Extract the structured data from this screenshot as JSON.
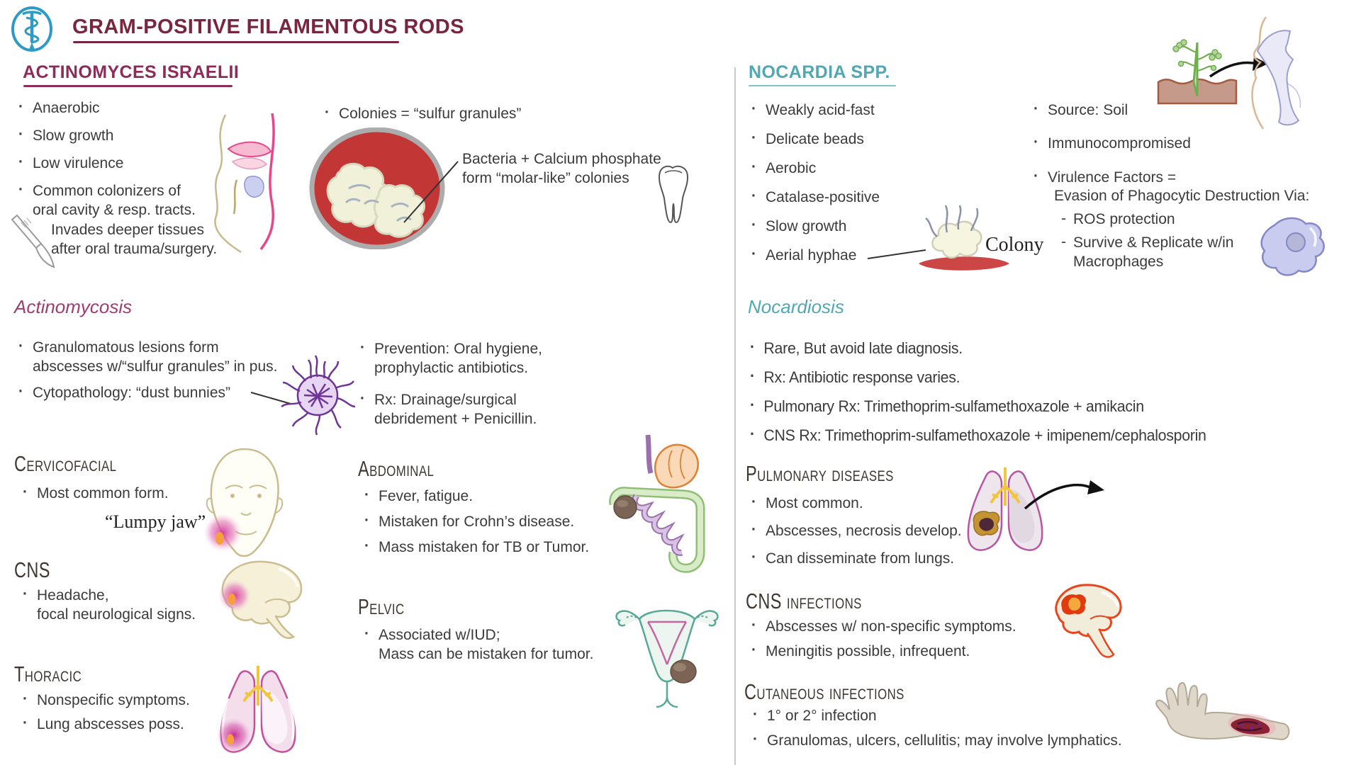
{
  "header": {
    "title": "GRAM-POSITIVE FILAMENTOUS RODS",
    "logo_icon": "rod-of-asclepius"
  },
  "colors": {
    "maroon_title": "#7A2540",
    "magenta_heading": "#8E2C59",
    "purple_subheading": "#A13B72",
    "teal_heading": "#4FA8B2",
    "body_text": "#3B3B3B",
    "section_header": "#3E3831"
  },
  "actinomyces": {
    "heading": "ACTINOMYCES ISRAELII",
    "bullets": [
      "Anaerobic",
      "Slow growth",
      "Low virulence",
      "Common colonizers of\noral cavity & resp. tracts."
    ],
    "invades_note": "Invades deeper tissues\nafter oral trauma/surgery.",
    "colonies_bullet": "Colonies = “sulfur granules”",
    "colonies_callout": "Bacteria + Calcium phosphate\nform “molar-like” colonies",
    "actinomycosis": {
      "heading": "Actinomycosis",
      "left_bullets": [
        "Granulomatous lesions form\nabscesses w/“sulfur granules” in pus.",
        "Cytopathology: “dust bunnies”"
      ],
      "right_bullets": [
        "Prevention: Oral hygiene,\nprophylactic antibiotics.",
        "Rx: Drainage/surgical\ndebridement + Penicillin."
      ]
    },
    "cervicofacial": {
      "heading": "Cervicofacial",
      "bullet": "Most common form.",
      "caption": "“Lumpy jaw”"
    },
    "cns": {
      "heading": "CNS",
      "bullet": "Headache,\nfocal neurological signs."
    },
    "thoracic": {
      "heading": "Thoracic",
      "bullets": [
        "Nonspecific symptoms.",
        "Lung abscesses poss."
      ]
    },
    "abdominal": {
      "heading": "Abdominal",
      "bullets": [
        "Fever, fatigue.",
        "Mistaken for Crohn’s disease.",
        "Mass mistaken for TB or Tumor."
      ]
    },
    "pelvic": {
      "heading": "Pelvic",
      "bullet": "Associated w/IUD;\nMass can be mistaken for tumor."
    }
  },
  "nocardia": {
    "heading": "NOCARDIA SPP.",
    "bullets": [
      "Weakly acid-fast",
      "Delicate beads",
      "Aerobic",
      "Catalase-positive",
      "Slow growth",
      "Aerial hyphae"
    ],
    "colony_label": "Colony",
    "source_bullet": "Source: Soil",
    "immuno_bullet": "Immunocompromised",
    "virulence_line1": "Virulence Factors =",
    "virulence_line2": "Evasion of Phagocytic Destruction Via:",
    "virulence_subs": [
      "ROS protection",
      "Survive & Replicate w/in\nMacrophages"
    ],
    "nocardiosis": {
      "heading": "Nocardiosis",
      "bullets": [
        "Rare, But avoid late diagnosis.",
        "Rx: Antibiotic response varies.",
        "Pulmonary Rx: Trimethoprim-sulfamethoxazole + amikacin",
        "CNS Rx: Trimethoprim-sulfamethoxazole + imipenem/cephalosporin"
      ]
    },
    "pulmonary": {
      "heading": "Pulmonary diseases",
      "bullets": [
        "Most common.",
        "Abscesses, necrosis develop.",
        "Can disseminate from lungs."
      ]
    },
    "cns_infections": {
      "heading": "CNS infections",
      "bullets": [
        "Abscesses w/ non-specific symptoms.",
        "Meningitis possible, infrequent."
      ]
    },
    "cutaneous": {
      "heading": "Cutaneous infections",
      "bullets": [
        "1° or 2° infection",
        "Granulomas, ulcers, cellulitis; may involve lymphatics."
      ]
    }
  }
}
